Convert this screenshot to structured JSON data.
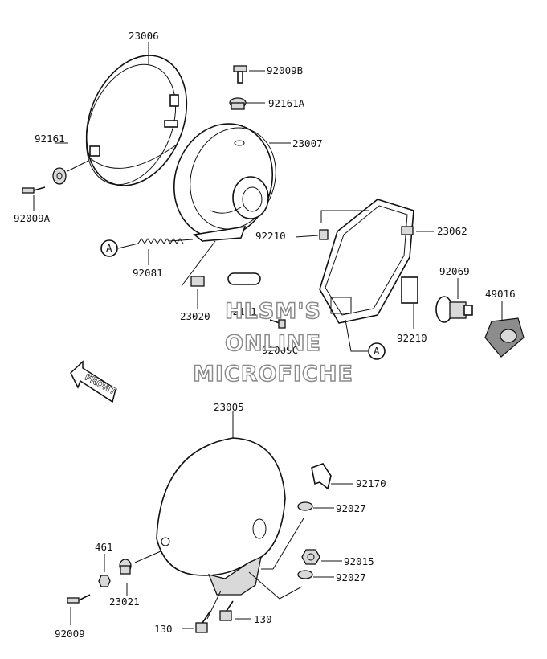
{
  "labels": {
    "l23006": "23006",
    "l92009B": "92009B",
    "l92161A": "92161A",
    "l23007": "23007",
    "l92161": "92161",
    "l92009A": "92009A",
    "lA1": "A",
    "l92081": "92081",
    "l92210a": "92210",
    "l23062": "23062",
    "l92069": "92069",
    "l49016": "49016",
    "l23020": "23020",
    "l92191": "92191",
    "l92009C": "92009C",
    "l92210b": "92210",
    "lA2": "A",
    "l23005": "23005",
    "l92170": "92170",
    "l92027a": "92027",
    "l461": "461",
    "l92015": "92015",
    "l92027b": "92027",
    "l23021": "23021",
    "l92009": "92009",
    "l130a": "130",
    "l130b": "130"
  },
  "watermark": {
    "line1": "HLSM'S",
    "line2": "ONLINE",
    "line3": "MICROFICHE"
  },
  "front_arrow": "FRONT"
}
